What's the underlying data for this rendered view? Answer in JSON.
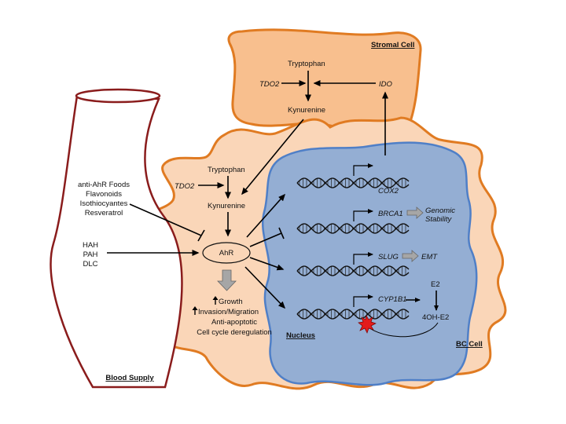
{
  "colors": {
    "stroma_fill": "#f8bf8e",
    "bc_fill": "#fad6b8",
    "orange_border": "#e07b22",
    "nucleus_fill": "#94aed3",
    "nucleus_border": "#4f7fc7",
    "blood_border": "#8a1c1c",
    "arrow_grey": "#a6a6a6",
    "red_mark": "#e31b1b"
  },
  "icons": {
    "dna": "dna-helix-icon",
    "damage": "dna-damage-star-icon",
    "growth_arrow": "up-arrow-icon"
  },
  "stromal_cell": {
    "label": "Stromal Cell",
    "tryptophan": "Tryptophan",
    "tdo2": "TDO2",
    "ido": "IDO",
    "kynurenine": "Kynurenine"
  },
  "bc_cell": {
    "label": "BC Cell",
    "tryptophan": "Tryptophan",
    "tdo2": "TDO2",
    "kynurenine": "Kynurenine",
    "ahr": "AhR",
    "effects": [
      "Growth",
      "Invasion/Migration",
      "Anti-apoptotic",
      "Cell cycle deregulation"
    ]
  },
  "nucleus": {
    "label": "Nucleus",
    "genes": [
      "COX2",
      "BRCA1",
      "SLUG",
      "CYP1B1"
    ],
    "brca1_outcome_line1": "Genomic",
    "brca1_outcome_line2": "Stability",
    "slug_outcome": "EMT",
    "e2": "E2",
    "metabolite": "4OH-E2"
  },
  "blood_supply": {
    "label": "Blood Supply",
    "antagonists": [
      "anti-AhR Foods",
      "Flavonoids",
      "Isothiocyantes",
      "Resveratrol"
    ],
    "agonists": [
      "HAH",
      "PAH",
      "DLC"
    ]
  }
}
